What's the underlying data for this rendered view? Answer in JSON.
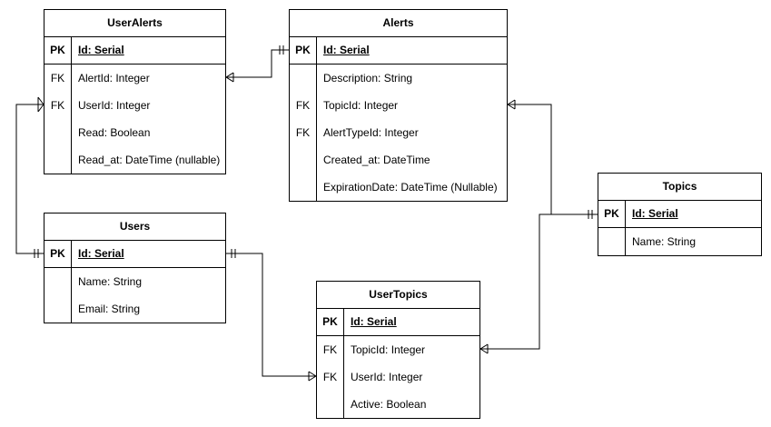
{
  "entities": {
    "useralerts": {
      "title": "UserAlerts",
      "rows": [
        {
          "key": "PK",
          "field": "Id: Serial"
        },
        {
          "key": "FK",
          "field": "AlertId: Integer"
        },
        {
          "key": "FK",
          "field": "UserId: Integer"
        },
        {
          "key": "",
          "field": "Read: Boolean"
        },
        {
          "key": "",
          "field": "Read_at: DateTime (nullable)"
        }
      ]
    },
    "alerts": {
      "title": "Alerts",
      "rows": [
        {
          "key": "PK",
          "field": "Id: Serial"
        },
        {
          "key": "",
          "field": "Description: String"
        },
        {
          "key": "FK",
          "field": "TopicId: Integer"
        },
        {
          "key": "FK",
          "field": "AlertTypeId: Integer"
        },
        {
          "key": "",
          "field": "Created_at: DateTime"
        },
        {
          "key": "",
          "field": "ExpirationDate: DateTime (Nullable)"
        }
      ]
    },
    "users": {
      "title": "Users",
      "rows": [
        {
          "key": "PK",
          "field": "Id: Serial"
        },
        {
          "key": "",
          "field": "Name: String"
        },
        {
          "key": "",
          "field": "Email: String"
        }
      ]
    },
    "topics": {
      "title": "Topics",
      "rows": [
        {
          "key": "PK",
          "field": "Id: Serial"
        },
        {
          "key": "",
          "field": "Name: String"
        }
      ]
    },
    "usertopics": {
      "title": "UserTopics",
      "rows": [
        {
          "key": "PK",
          "field": "Id: Serial"
        },
        {
          "key": "FK",
          "field": "TopicId: Integer"
        },
        {
          "key": "FK",
          "field": "UserId: Integer"
        },
        {
          "key": "",
          "field": "Active: Boolean"
        }
      ]
    }
  },
  "relationships": [
    {
      "from": "UserAlerts.AlertId",
      "from_end": "many",
      "to": "Alerts.Id",
      "to_end": "one"
    },
    {
      "from": "UserAlerts.UserId",
      "from_end": "many",
      "to": "Users.Id",
      "to_end": "one"
    },
    {
      "from": "Users.Id",
      "from_end": "one",
      "to": "UserTopics.UserId",
      "to_end": "many"
    },
    {
      "from": "UserTopics.TopicId",
      "from_end": "many",
      "to": "Topics.Id",
      "to_end": "one"
    },
    {
      "from": "Alerts.TopicId",
      "from_end": "many",
      "to": "Topics.Id",
      "to_end": "one"
    }
  ],
  "colors": {
    "line": "#000000",
    "background": "#ffffff"
  }
}
